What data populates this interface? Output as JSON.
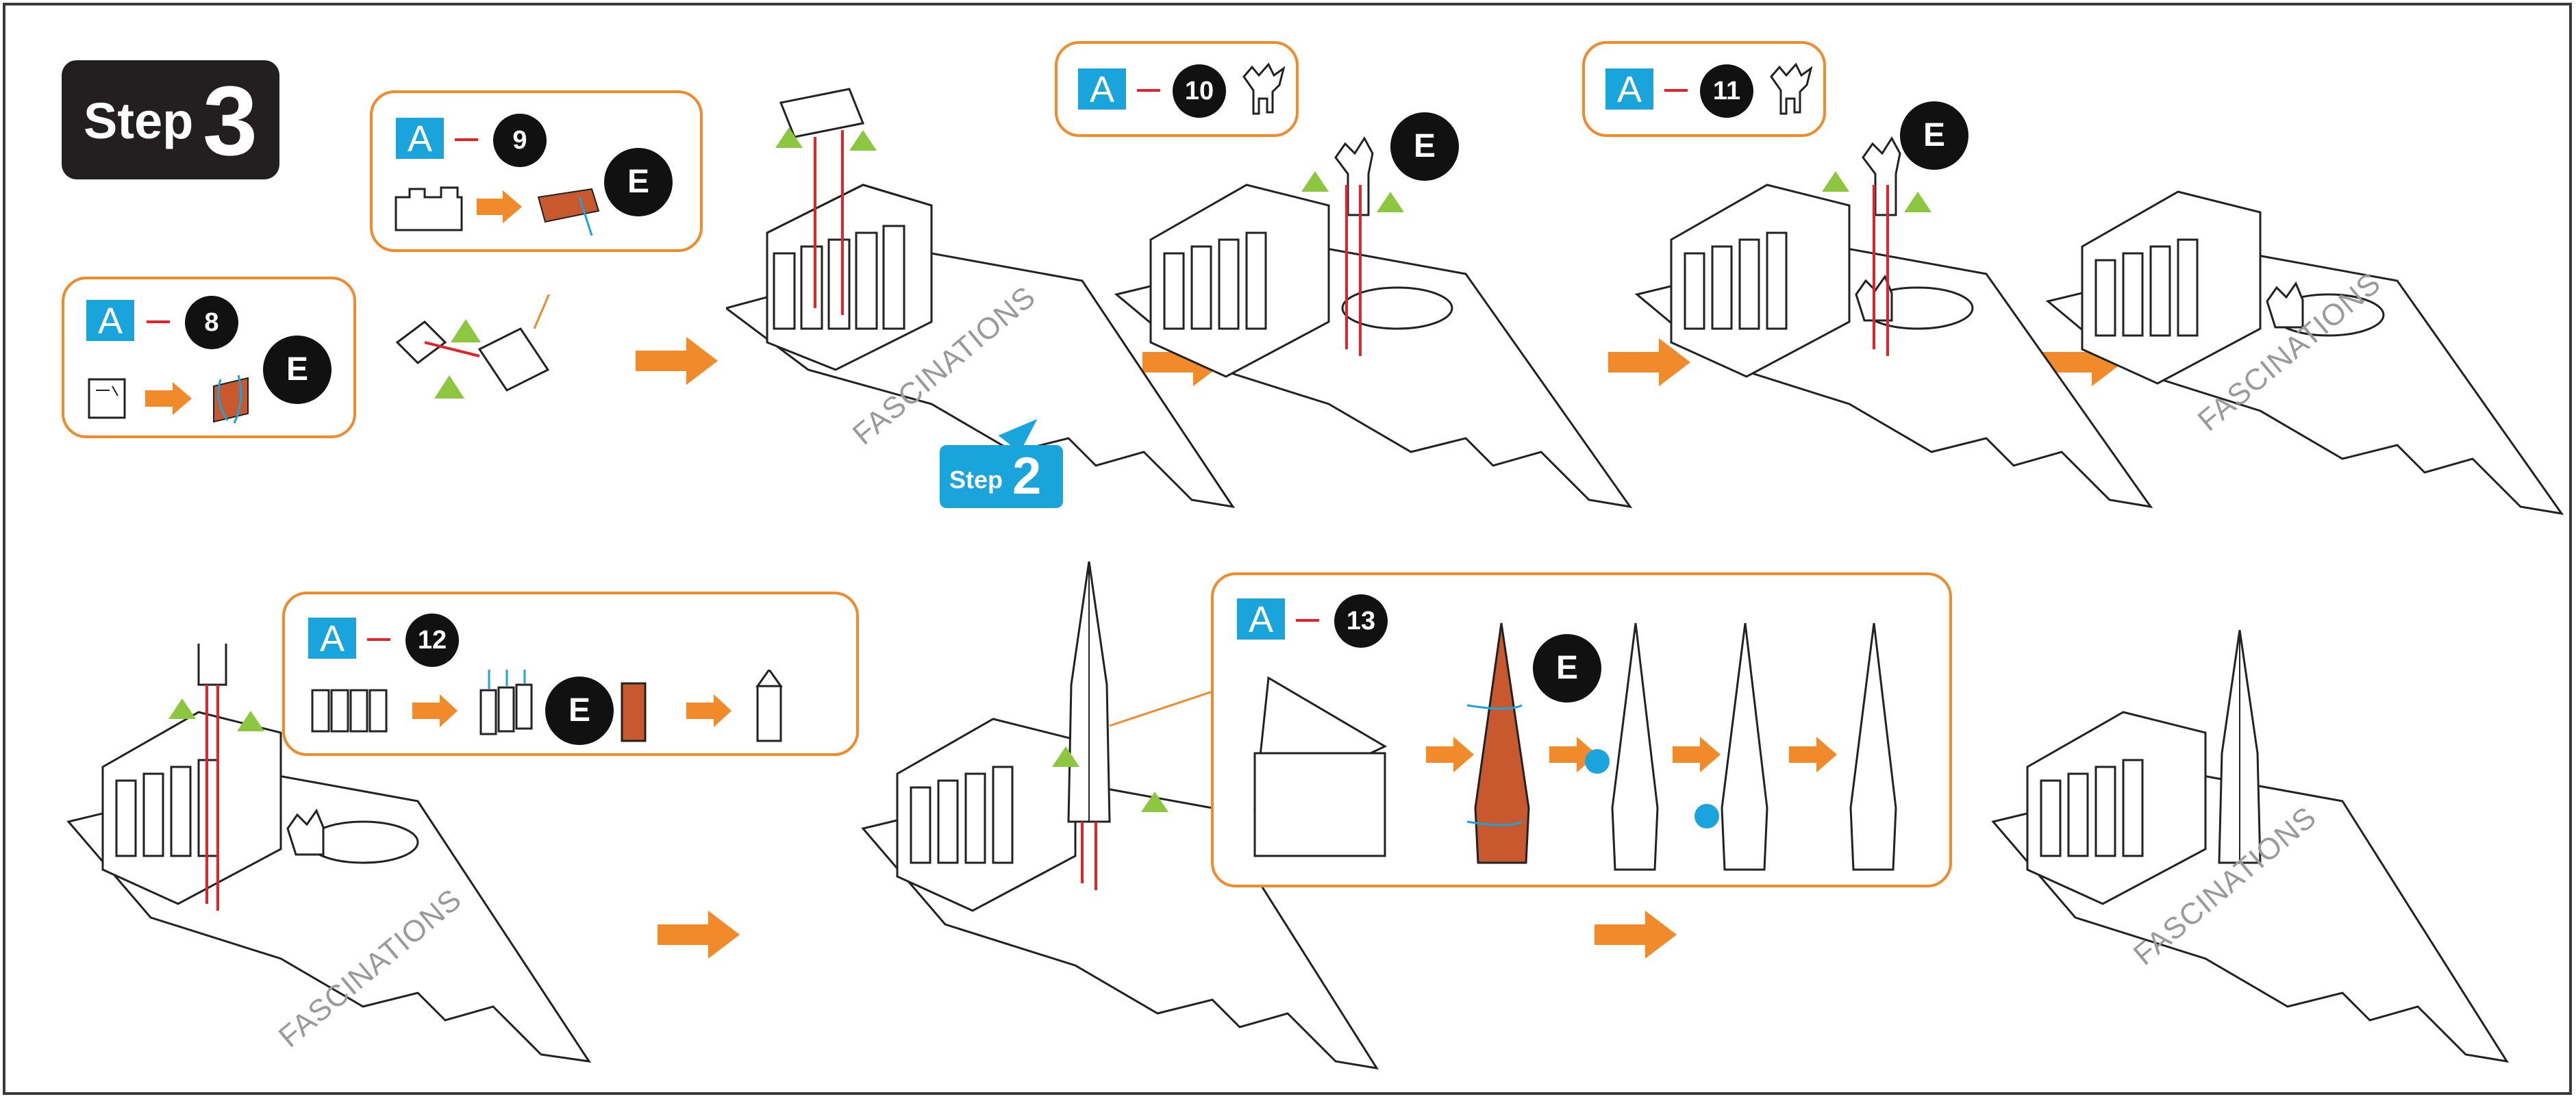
{
  "step_badge": {
    "word": "Step",
    "number": "3"
  },
  "step2_badge": {
    "word": "Step",
    "number": "2"
  },
  "sheet_letter": "A",
  "joiner_letter": "E",
  "callouts": [
    {
      "number": "8"
    },
    {
      "number": "9"
    },
    {
      "number": "10"
    },
    {
      "number": "11"
    },
    {
      "number": "12"
    },
    {
      "number": "13"
    }
  ],
  "watermark": "FASCINATIONS",
  "colors": {
    "orange": "#f08a2a",
    "blue": "#1aa4dc",
    "red": "#e2242a",
    "green": "#8dc63f",
    "rust": "#c8582e",
    "black": "#111111"
  },
  "icons": [
    "right-arrow-icon",
    "green-triangle-icon",
    "blue-dot-icon",
    "fold-arrows-icon"
  ]
}
